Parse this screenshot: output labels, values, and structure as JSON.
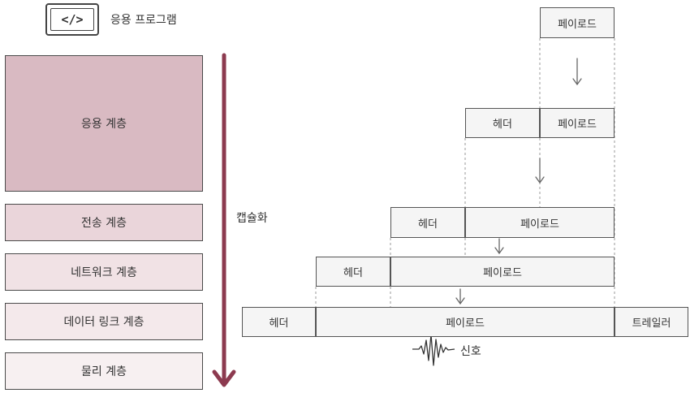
{
  "app": {
    "icon": "code-icon",
    "label": "응용 프로그램"
  },
  "layers": [
    {
      "label": "응용 계층",
      "color": "#d9bac2"
    },
    {
      "label": "전송 계층",
      "color": "#ead5da"
    },
    {
      "label": "네트워크 계층",
      "color": "#f1e2e5"
    },
    {
      "label": "데이터 링크 계층",
      "color": "#f4e9eb"
    },
    {
      "label": "물리 계층",
      "color": "#f7f0f1"
    }
  ],
  "encapsulation": {
    "label": "캡슐화",
    "arrow_color": "#8c3a4f"
  },
  "rows": [
    {
      "header": "",
      "payload": "페이로드",
      "trailer": ""
    },
    {
      "header": "헤더",
      "payload": "페이로드",
      "trailer": ""
    },
    {
      "header": "헤더",
      "payload": "페이로드",
      "trailer": ""
    },
    {
      "header": "헤더",
      "payload": "페이로드",
      "trailer": ""
    },
    {
      "header": "헤더",
      "payload": "페이로드",
      "trailer": "트레일러"
    }
  ],
  "signal": {
    "icon": "signal-wave-icon",
    "label": "신호"
  }
}
